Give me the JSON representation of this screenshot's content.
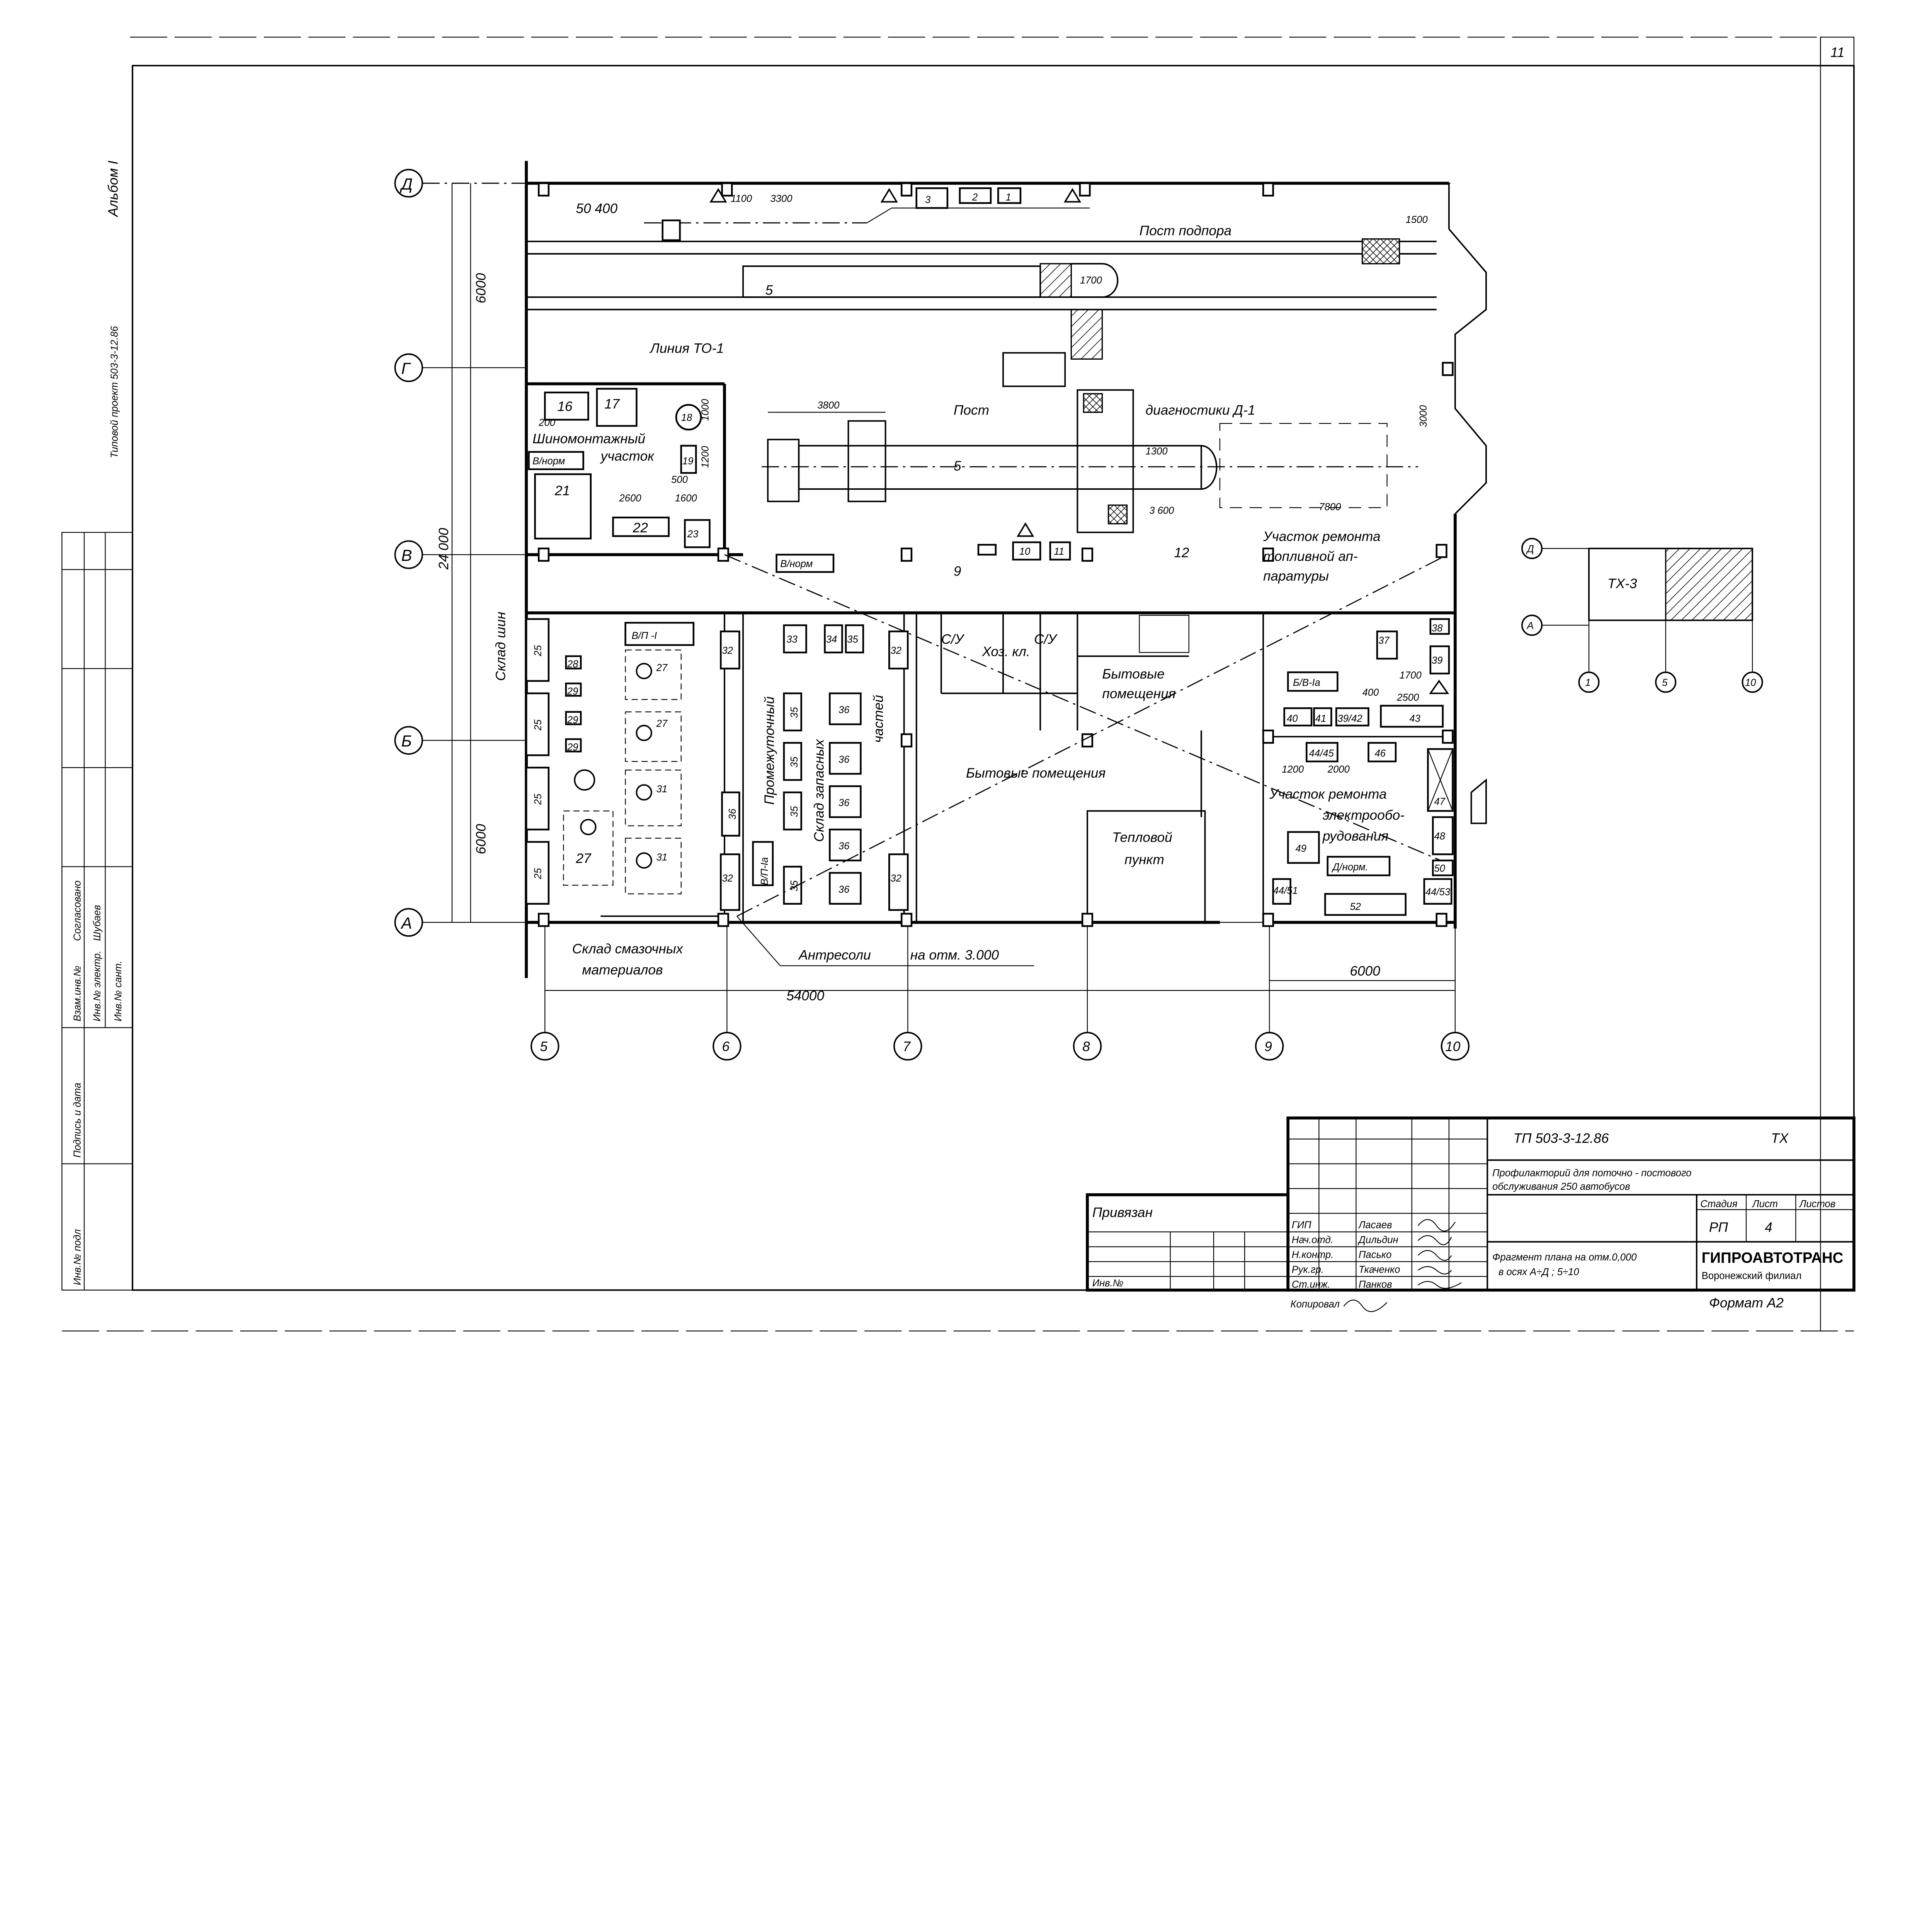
{
  "sheet_number": "11",
  "left_stamp": {
    "album": "Альбом I",
    "project": "Типовой проект 503-3-12.86",
    "rows": [
      "Инв.№ подл",
      "Подпись и дата",
      "Взам.инв.№",
      "Инв.№ электр.",
      "Инв.№ сант.",
      "Согласовано",
      "Шубаев"
    ]
  },
  "axes": {
    "rows": [
      "Д",
      "Г",
      "В",
      "Б",
      "А"
    ],
    "cols": [
      "5",
      "6",
      "7",
      "8",
      "9",
      "10"
    ]
  },
  "dimensions": {
    "top_run": "50 400",
    "d3300": "3300",
    "d1100": "1100",
    "d1700": "1700",
    "d1500_top": "1500",
    "d6000_left": "6000",
    "d24000": "24 000",
    "d6000_lower": "6000",
    "d3800": "3800",
    "d3000": "3000",
    "d3600": "3 600",
    "d7800": "7800",
    "d1300": "1300",
    "d2600": "2600",
    "d1600": "1600",
    "d1000": "1000",
    "d1200": "1200",
    "d500": "500",
    "d200": "200",
    "d54000": "54000",
    "d6000_right": "6000",
    "d2500": "2500",
    "d400": "400",
    "d2000": "2000",
    "d1700b": "1700"
  },
  "labels": {
    "post_top": "Пост подпора",
    "line_to1": "Линия ТО-1",
    "post": "Пост",
    "diagnostics": "диагностики Д-1",
    "tire_shop": "Шиномонтажный",
    "tire_shop2": "участок",
    "v_norm": "В/норм",
    "v_norm2": "В/норм",
    "fuel_repair1": "Участок ремонта",
    "fuel_repair2": "топливной ап-",
    "fuel_repair3": "паратуры",
    "tire_store": "Склад шин",
    "lube_store1": "Склад смазочных",
    "lube_store2": "материалов",
    "spare_store1": "Промежуточный",
    "spare_store2": "Склад запасных",
    "spare_store3": "частей",
    "household1": "Бытовые",
    "household2": "помещения",
    "household_main": "Бытовые помещения",
    "utility": "Хоз. кл.",
    "wc1": "С/У",
    "wc2": "С/У",
    "heat_point1": "Тепловой",
    "heat_point2": "пункт",
    "elec_repair1": "Участок ремонта",
    "elec_repair2": "электрообо-",
    "elec_repair3": "рудования",
    "d_norm": "Д/норм.",
    "mezzanine": "Антресоли",
    "mezzanine_level": "на отм. 3.000",
    "vp1": "В/П -I",
    "vp1a": "В/П-Iа",
    "bv1a": "Б/В-Iа"
  },
  "equipment": [
    "1",
    "2",
    "3",
    "5",
    "5",
    "9",
    "10",
    "11",
    "12",
    "16",
    "17",
    "18",
    "19",
    "21",
    "22",
    "23",
    "25",
    "25",
    "25",
    "25",
    "27",
    "27",
    "27",
    "31",
    "31",
    "32",
    "32",
    "33",
    "34",
    "35",
    "35",
    "35",
    "35",
    "35",
    "36",
    "36",
    "36",
    "36",
    "36",
    "36",
    "32",
    "32",
    "37",
    "38",
    "39",
    "40",
    "41",
    "39/42",
    "43",
    "44/45",
    "46",
    "47",
    "48",
    "49",
    "50",
    "44/51",
    "52",
    "44/53",
    "28",
    "29",
    "29",
    "29"
  ],
  "key_plan": {
    "title": "ТХ-3",
    "rows": [
      "Д",
      "А"
    ],
    "cols": [
      "1",
      "5",
      "10"
    ]
  },
  "title_block": {
    "code": "ТП 503-3-12.86",
    "mark": "ТХ",
    "project_title_1": "Профилакторий для поточно - постового",
    "project_title_2": "обслуживания   250 автобусов",
    "stage_header": "Стадия",
    "sheet_header": "Лист",
    "sheets_header": "Листов",
    "stage": "РП",
    "sheet": "4",
    "sheets": "",
    "drawing_title_1": "Фрагмент плана на отм.0,000",
    "drawing_title_2": "в осях А÷Д ; 5÷10",
    "org": "ГИПРОАВТОТРАНС",
    "branch": "Воронежский филиал",
    "bound": "Привязан",
    "inv": "Инв.№",
    "copied": "Копировал",
    "format": "Формат  А2",
    "signatories": [
      {
        "role": "ГИП",
        "name": "Ласаев"
      },
      {
        "role": "Нач.отд.",
        "name": "Дильдин"
      },
      {
        "role": "Н.контр.",
        "name": "Пасько"
      },
      {
        "role": "Рук.гр.",
        "name": "Ткаченко"
      },
      {
        "role": "Ст.инж.",
        "name": "Панков"
      }
    ]
  }
}
